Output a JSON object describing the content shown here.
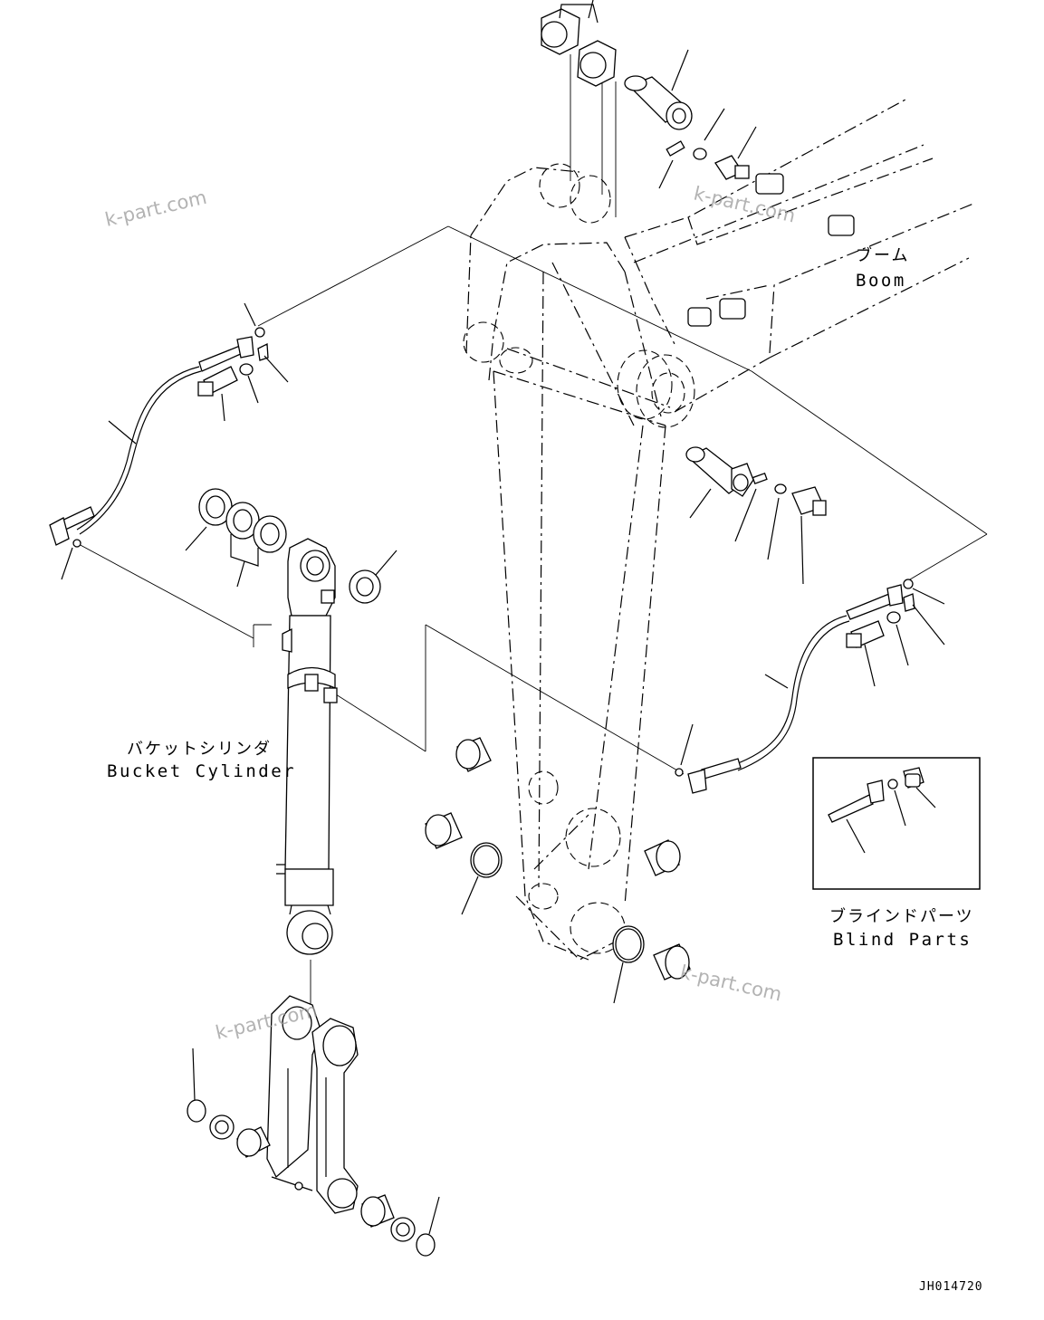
{
  "diagram": {
    "labels": {
      "boom_jp": "ブーム",
      "boom_en": "Boom",
      "bucket_cylinder_jp": "バケットシリンダ",
      "bucket_cylinder_en": "Bucket Cylinder",
      "blind_parts_jp": "ブラインドパーツ",
      "blind_parts_en": "Blind Parts"
    },
    "watermarks": [
      "k-part.com",
      "k-part.com",
      "k-part.com",
      "k-part.com"
    ],
    "drawing_code": "JH014720"
  }
}
